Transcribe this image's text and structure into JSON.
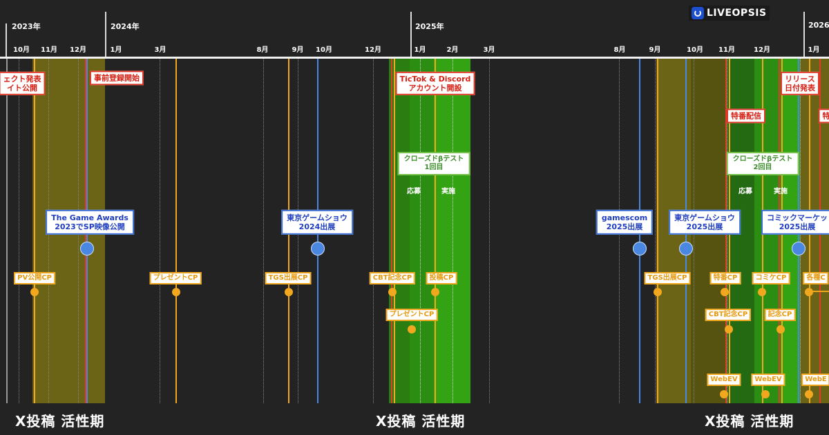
{
  "colors": {
    "background": "#232323",
    "olive": "#6b6416",
    "olive_dark": "#565310",
    "green_bright": "#33a314",
    "green_mid": "#2b8d12",
    "green_dark": "#236a12",
    "orange": "#f2a81e",
    "blue": "#4a87e0",
    "red": "#e03a2a"
  },
  "logo": {
    "text": "LIVEOPSIS",
    "icon": "liveopsis-logo-icon"
  },
  "years": [
    "2023年",
    "2024年",
    "2025年",
    "2026"
  ],
  "months": [
    "10月",
    "11月",
    "12月",
    "1月",
    "3月",
    "8月",
    "9月",
    "10月",
    "12月",
    "1月",
    "2月",
    "3月",
    "8月",
    "9月",
    "10月",
    "11月",
    "12月",
    "1月"
  ],
  "red_labels": [
    {
      "text": "ェクト発表\nイト公開"
    },
    {
      "text": "事前登録開始"
    },
    {
      "text": "TicTok & Discord\nアカウント開設"
    },
    {
      "text": "リリース\n日付発表"
    },
    {
      "text": "特番配信"
    },
    {
      "text": "特"
    }
  ],
  "cbt_labels": [
    {
      "text": "クローズドβテスト\n1回目",
      "apply": "応募",
      "run": "実施"
    },
    {
      "text": "クローズドβテスト\n2回目",
      "apply": "応募",
      "run": "実施"
    }
  ],
  "blue_labels": [
    {
      "text": "The Game Awards\n2023でSP映像公開"
    },
    {
      "text": "東京ゲームショウ\n2024出展"
    },
    {
      "text": "gamescom\n2025出展"
    },
    {
      "text": "東京ゲームショウ\n2025出展"
    },
    {
      "text": "コミックマーケッ\n2025出展"
    }
  ],
  "orange_labels": [
    {
      "text": "PV公開CP"
    },
    {
      "text": "プレゼントCP"
    },
    {
      "text": "TGS出展CP"
    },
    {
      "text": "CBT記念CP"
    },
    {
      "text": "投稿CP"
    },
    {
      "text": "プレゼントCP"
    },
    {
      "text": "TGS出展CP"
    },
    {
      "text": "特番CP"
    },
    {
      "text": "コミケCP"
    },
    {
      "text": "各種C"
    },
    {
      "text": "CBT記念CP"
    },
    {
      "text": "記念CP"
    },
    {
      "text": "WebEV"
    },
    {
      "text": "WebEV"
    },
    {
      "text": "WebE"
    }
  ],
  "footer_labels": [
    "X投稿 活性期",
    "X投稿 活性期",
    "X投稿 活性期"
  ]
}
